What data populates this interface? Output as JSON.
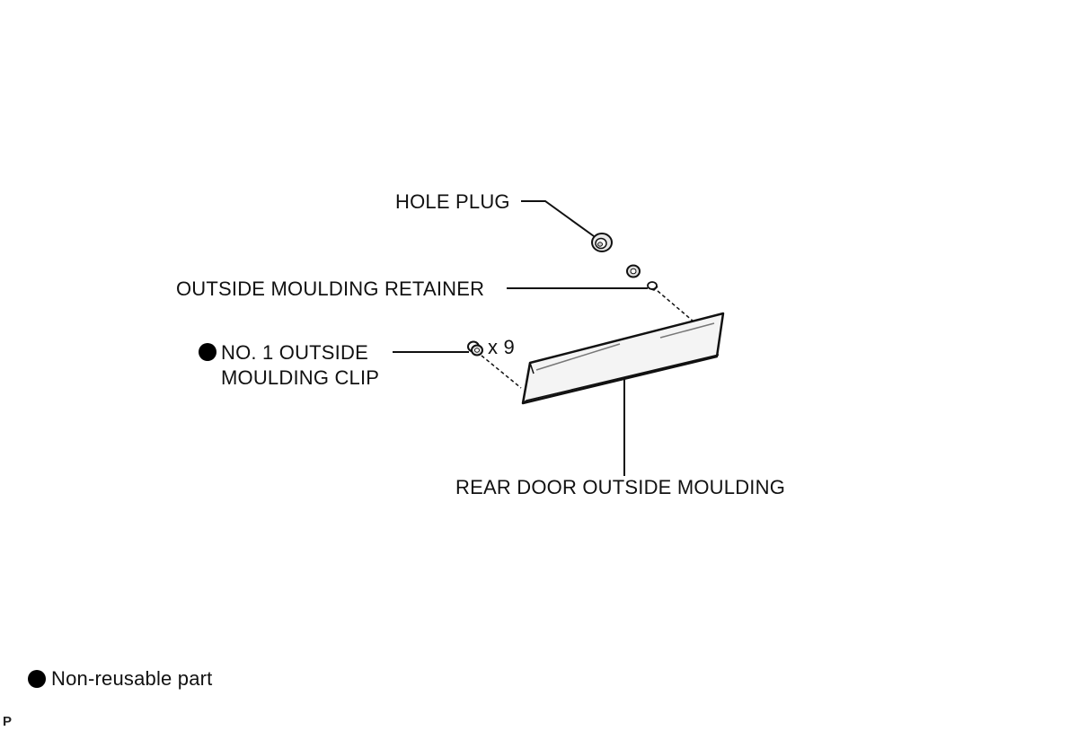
{
  "labels": {
    "hole_plug": "HOLE PLUG",
    "outside_moulding_retainer": "OUTSIDE MOULDING RETAINER",
    "clip_line1": "NO. 1 OUTSIDE",
    "clip_line2": "MOULDING CLIP",
    "clip_quantity": "x 9",
    "rear_door_moulding": "REAR DOOR OUTSIDE MOULDING"
  },
  "legend": {
    "non_reusable": "Non-reusable part"
  },
  "corner_code": "P",
  "colors": {
    "line": "#111111",
    "background": "#ffffff",
    "part_fill": "#f4f4f4",
    "marker": "#000000"
  }
}
